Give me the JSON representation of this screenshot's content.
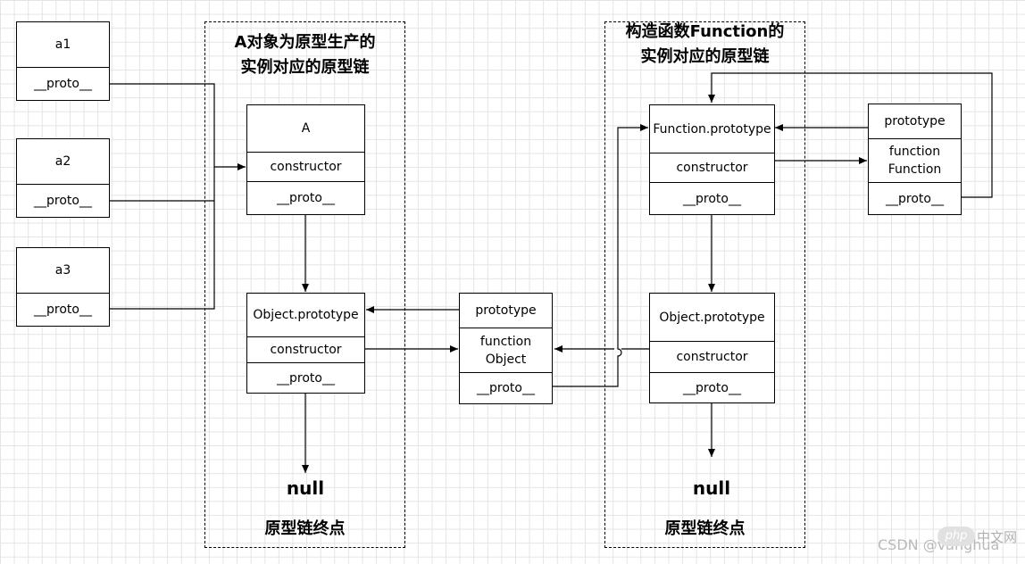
{
  "groups": {
    "left_title_line1": "A对象为原型生产的",
    "left_title_line2": "实例对应的原型链",
    "right_title_line1": "构造函数Function的",
    "right_title_line2": "实例对应的原型链"
  },
  "instances": {
    "a1": "a1",
    "a2": "a2",
    "a3": "a3",
    "proto": "__proto__"
  },
  "boxA": {
    "name": "A",
    "constructor": "constructor",
    "proto": "__proto__"
  },
  "objProtoLeft": {
    "name": "Object.prototype",
    "constructor": "constructor",
    "proto": "__proto__"
  },
  "functionObject": {
    "prototype": "prototype",
    "line1": "function",
    "line2": "Object",
    "proto": "__proto__"
  },
  "functionProto": {
    "name": "Function.prototype",
    "constructor": "constructor",
    "proto": "__proto__"
  },
  "functionFunction": {
    "prototype": "prototype",
    "line1": "function",
    "line2": "Function",
    "proto": "__proto__"
  },
  "objProtoRight": {
    "name": "Object.prototype",
    "constructor": "constructor",
    "proto": "__proto__"
  },
  "terminal": {
    "left_null": "null",
    "left_label": "原型链终点",
    "right_null": "null",
    "right_label": "原型链终点"
  },
  "watermark": {
    "text": "CSDN @vanghua",
    "badge": "php",
    "cn": "中文网"
  }
}
